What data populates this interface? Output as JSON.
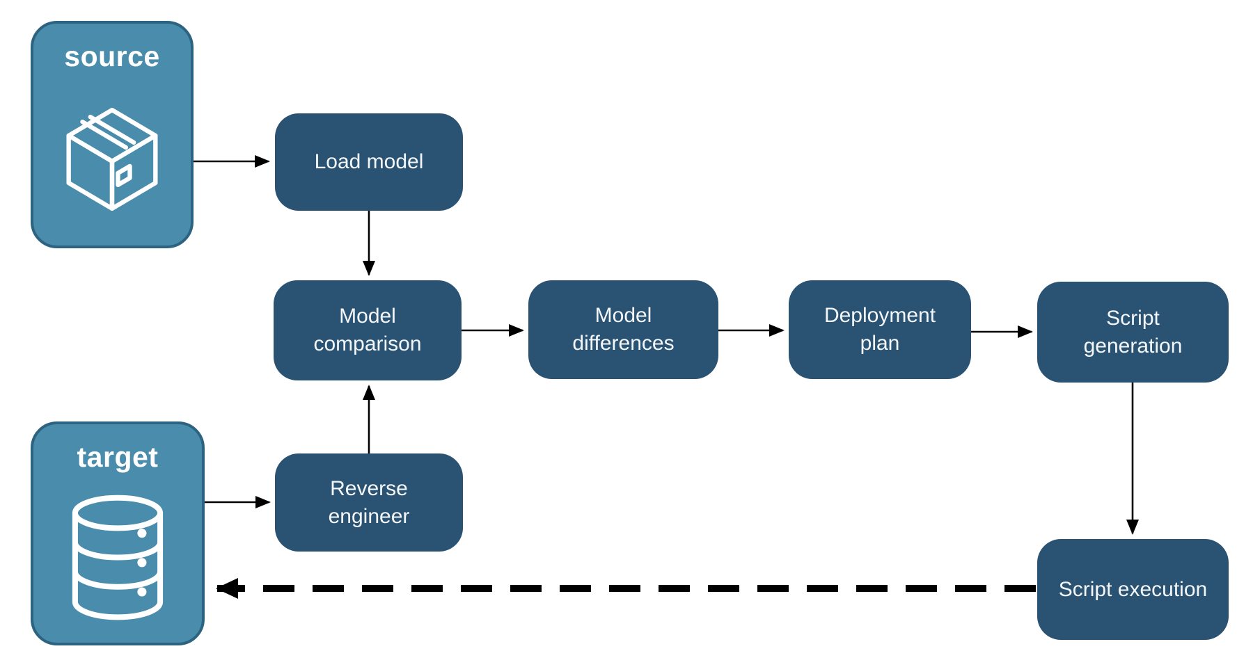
{
  "diagram": {
    "endpoints": {
      "source": {
        "label": "source",
        "icon": "package-icon"
      },
      "target": {
        "label": "target",
        "icon": "database-icon"
      }
    },
    "nodes": {
      "load_model": {
        "label": "Load model"
      },
      "model_comparison": {
        "label": "Model comparison"
      },
      "model_differences": {
        "label": "Model differences"
      },
      "deployment_plan": {
        "label": "Deployment plan"
      },
      "script_generation": {
        "label": "Script generation"
      },
      "reverse_engineer": {
        "label": "Reverse engineer"
      },
      "script_execution": {
        "label": "Script execution"
      }
    },
    "edges": [
      {
        "from": "source",
        "to": "load_model",
        "style": "solid"
      },
      {
        "from": "load_model",
        "to": "model_comparison",
        "style": "solid"
      },
      {
        "from": "model_comparison",
        "to": "model_differences",
        "style": "solid"
      },
      {
        "from": "model_differences",
        "to": "deployment_plan",
        "style": "solid"
      },
      {
        "from": "deployment_plan",
        "to": "script_generation",
        "style": "solid"
      },
      {
        "from": "script_generation",
        "to": "script_execution",
        "style": "solid"
      },
      {
        "from": "target",
        "to": "reverse_engineer",
        "style": "solid"
      },
      {
        "from": "reverse_engineer",
        "to": "model_comparison",
        "style": "solid"
      },
      {
        "from": "script_execution",
        "to": "target",
        "style": "dashed"
      }
    ],
    "colors": {
      "node_fill": "#2A5273",
      "endpoint_fill": "#4A8CAB",
      "endpoint_border": "#2C6380",
      "arrow": "#000000",
      "text": "#FFFFFF",
      "background": "#FFFFFF"
    }
  }
}
